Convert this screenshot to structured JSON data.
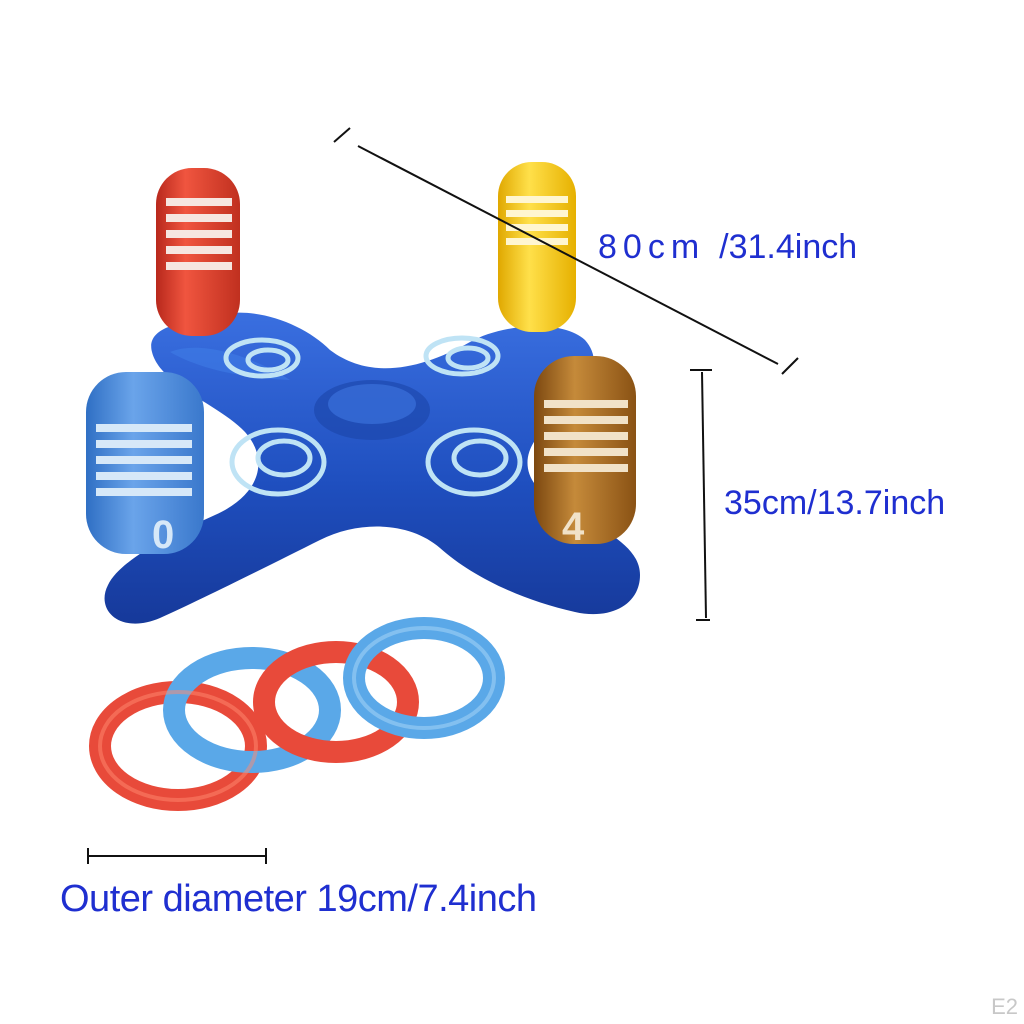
{
  "dimensions": {
    "length": {
      "cm": "80cm",
      "inch": "/31.4inch"
    },
    "height": {
      "text": "35cm/13.7inch"
    },
    "ring_diameter": {
      "text": "Outer diameter 19cm/7.4inch"
    }
  },
  "peg_numbers": {
    "front_left": "0",
    "front_right": "4"
  },
  "watermark": "E2",
  "colors": {
    "base_blue": "#1f4fbf",
    "label_blue": "#1f2fd0",
    "peg_red": "#d83a2a",
    "peg_yellow": "#f2c21a",
    "peg_light_blue": "#4a8ad8",
    "peg_brown": "#a0651c",
    "ring_red": "#e84a3a",
    "ring_blue": "#5aa8e8",
    "swirl": "#bfe3f5"
  }
}
